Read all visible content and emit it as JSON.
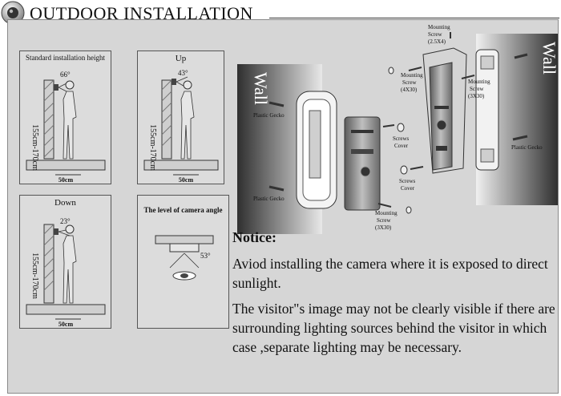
{
  "header": {
    "title": "OUTDOOR INSTALLATION"
  },
  "diagrams": {
    "standard": {
      "title": "Standard installation height",
      "angle": "66°",
      "height": "155cm-170cm",
      "distance": "50cm"
    },
    "up": {
      "title": "Up",
      "angle": "43°",
      "height": "155cm-170cm",
      "distance": "50cm"
    },
    "down": {
      "title": "Down",
      "angle": "23°",
      "height": "155cm-170cm",
      "distance": "50cm"
    },
    "camera_angle": {
      "title": "The level of camera angle",
      "angle": "53°"
    }
  },
  "exploded": {
    "wall_left": "Wall",
    "wall_right": "Wall",
    "labels": {
      "plastic_gecko_1": "Plastic Gecko",
      "plastic_gecko_2": "Plastic Gecko",
      "plastic_gecko_3": "Plastic Gecko",
      "screws_cover_1": [
        "Screws",
        "Cover"
      ],
      "screws_cover_2": [
        "Screws",
        "Cover"
      ],
      "mounting_screw_top": [
        "Mounting",
        "Screw",
        "(2.5X4)"
      ],
      "mounting_screw_4x30": [
        "Mounting",
        "Screw",
        "(4X30)"
      ],
      "mounting_screw_3x30_a": [
        "Mounting",
        "Screw",
        "(3X30)"
      ],
      "mounting_screw_3x30_b": [
        "Mounting",
        "Screw",
        "(3X30)"
      ]
    }
  },
  "notice": {
    "heading": "Notice:",
    "paragraphs": [
      "Aviod installing the camera where it is exposed to direct sunlight.",
      "The visitor\"s image may not be clearly visible if there are surrounding lighting sources  behind the visitor in which case ,separate lighting may be necessary."
    ]
  },
  "colors": {
    "panel": "#d6d6d6",
    "text": "#111111"
  }
}
